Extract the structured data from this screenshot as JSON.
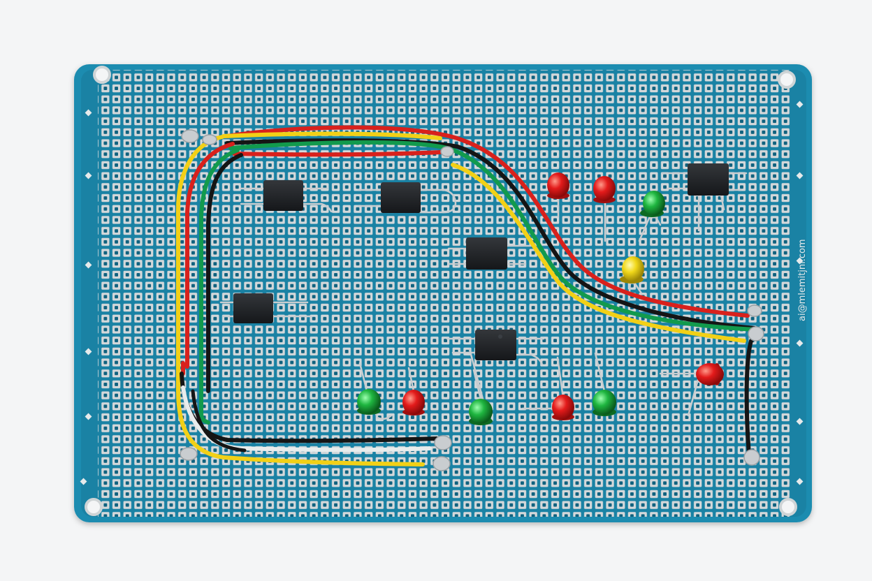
{
  "scene": {
    "subject": "blue perforated prototype PCB with components and wires",
    "background_color": "#f4f5f6",
    "board_color": "#1d8cb0",
    "pad_color": "#d4d8da",
    "silkscreen_text": "ai@mlemitjnl.com"
  },
  "colors": {
    "wire_red": "#d8211c",
    "wire_yellow": "#f2d017",
    "wire_green": "#129a4d",
    "wire_black": "#151515",
    "wire_white": "#e8ecec",
    "led_red": "#e31b1b",
    "led_green": "#1fb640",
    "led_yellow": "#f1d81a",
    "chip_body": "#1d1f22",
    "solder": "#c9cdd0"
  },
  "components": {
    "chips": [
      "chip",
      "chip",
      "chip",
      "chip",
      "chip",
      "chip"
    ],
    "leds": [
      "red",
      "red",
      "green",
      "yellow",
      "green",
      "red",
      "green",
      "red",
      "green",
      "red"
    ]
  }
}
